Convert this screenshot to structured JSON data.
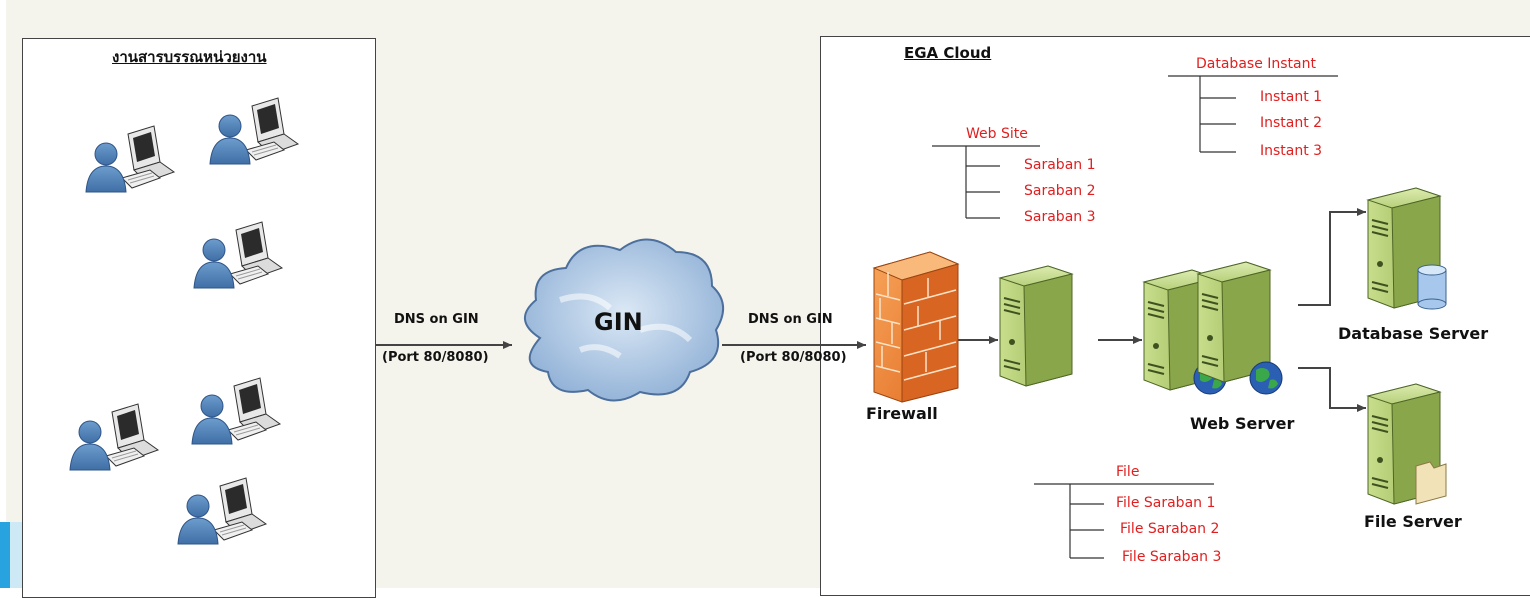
{
  "left_panel": {
    "title": "งานสารบรรณหน่วยงาน"
  },
  "right_panel": {
    "title": "EGA Cloud"
  },
  "links": {
    "left": {
      "line1": "DNS on GIN",
      "line2": "(Port 80/8080)"
    },
    "right": {
      "line1": "DNS on GIN",
      "line2": "(Port 80/8080)"
    }
  },
  "cloud": {
    "label": "GIN"
  },
  "nodes": {
    "firewall": "Firewall",
    "web_server": "Web Server",
    "database_server": "Database Server",
    "file_server": "File Server"
  },
  "web_site": {
    "title": "Web Site",
    "items": [
      "Saraban 1",
      "Saraban 2",
      "Saraban 3"
    ]
  },
  "database_instant": {
    "title": "Database Instant",
    "items": [
      "Instant 1",
      "Instant 2",
      "Instant 3"
    ]
  },
  "file": {
    "title": "File",
    "items": [
      "File Saraban 1",
      "File Saraban 2",
      "File Saraban 3"
    ]
  },
  "colors": {
    "annotation": "#e02020",
    "server": "#a9c46a",
    "firewall": "#f08a3c",
    "user": "#4f80b8",
    "cloud": "#9fbfe0"
  },
  "icons": [
    "user-workstation-icon",
    "cloud-icon",
    "firewall-icon",
    "server-icon",
    "globe-icon",
    "database-icon",
    "folder-icon"
  ]
}
